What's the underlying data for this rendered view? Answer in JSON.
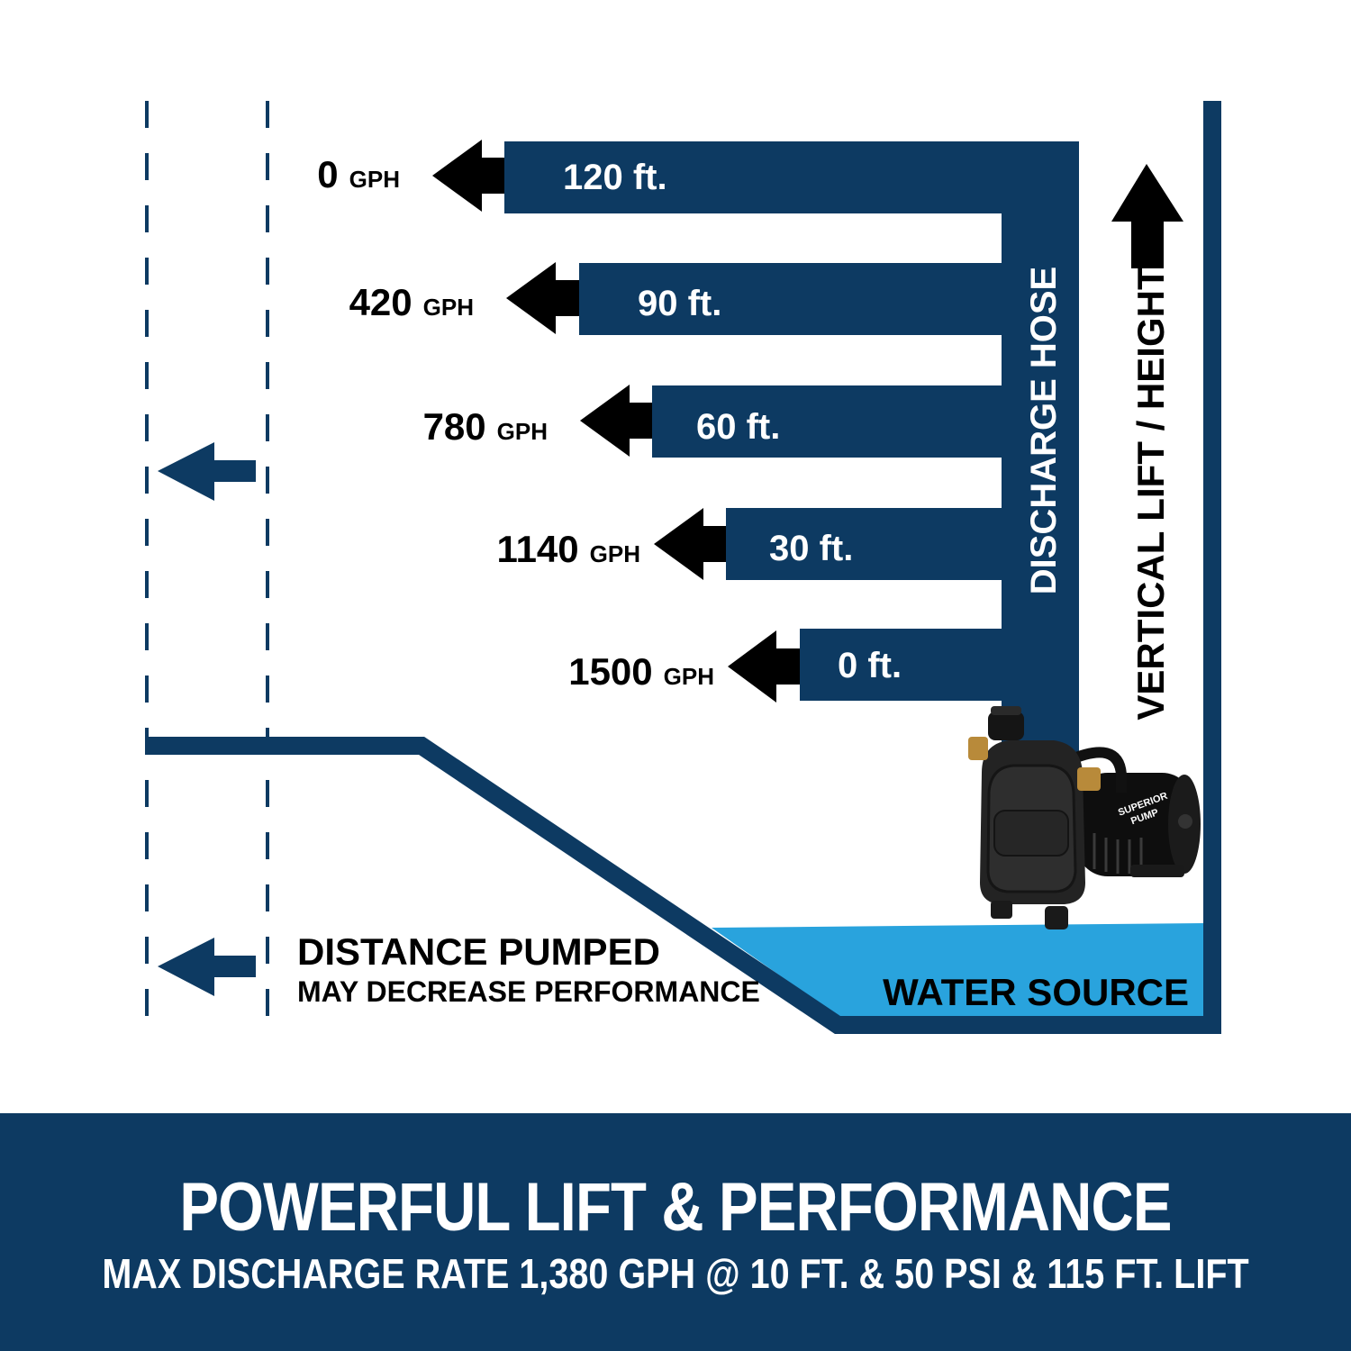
{
  "colors": {
    "navy": "#0d3a62",
    "water": "#29a3dd",
    "black": "#000000",
    "white": "#ffffff"
  },
  "lift_rows": [
    {
      "flow_value": "0",
      "flow_unit": "GPH",
      "lift": "120 ft."
    },
    {
      "flow_value": "420",
      "flow_unit": "GPH",
      "lift": "90 ft."
    },
    {
      "flow_value": "780",
      "flow_unit": "GPH",
      "lift": "60 ft."
    },
    {
      "flow_value": "1140",
      "flow_unit": "GPH",
      "lift": "30 ft."
    },
    {
      "flow_value": "1500",
      "flow_unit": "GPH",
      "lift": "0 ft."
    }
  ],
  "labels": {
    "discharge_hose": "DISCHARGE HOSE",
    "vertical_lift": "VERTICAL LIFT / HEIGHT",
    "water_source": "WATER SOURCE",
    "distance_title": "DISTANCE PUMPED",
    "distance_sub": "MAY DECREASE PERFORMANCE"
  },
  "pump": {
    "brand_line1": "SUPERIOR",
    "brand_line2": "PUMP"
  },
  "banner": {
    "title": "POWERFUL LIFT & PERFORMANCE",
    "subtitle": "MAX DISCHARGE RATE 1,380 GPH @ 10 FT. & 50 PSI & 115 FT. LIFT"
  }
}
